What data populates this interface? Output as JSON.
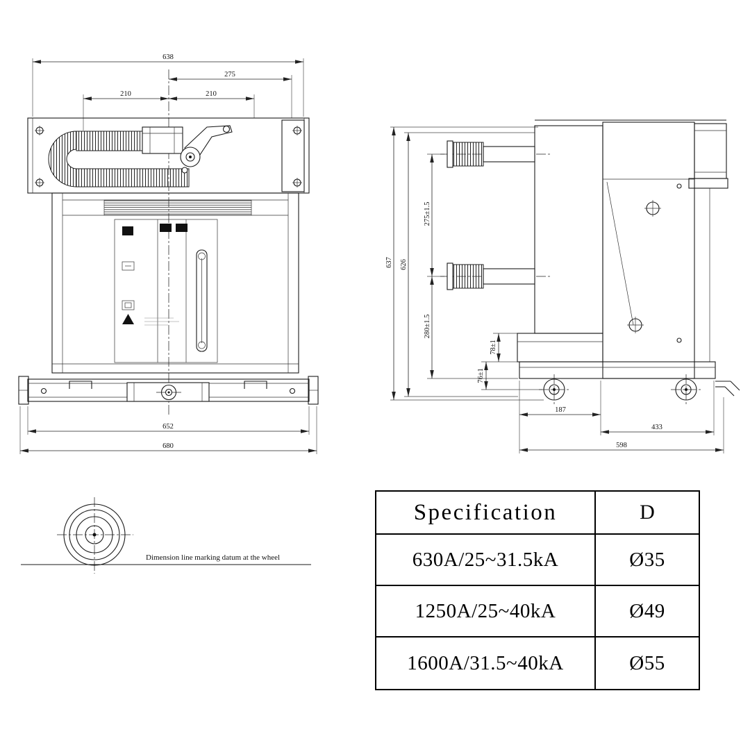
{
  "front_view": {
    "dim_638": "638",
    "dim_275": "275",
    "dim_210_left": "210",
    "dim_210_right": "210",
    "dim_652": "652",
    "dim_680": "680"
  },
  "side_view": {
    "dim_637": "637",
    "dim_626": "626",
    "dim_275_tol": "275±1.5",
    "dim_280_tol": "280±1.5",
    "dim_78_tol": "78±1",
    "dim_76_tol": "76±1",
    "dim_187": "187",
    "dim_433": "433",
    "dim_598": "598"
  },
  "wheel_detail": {
    "note": "Dimension line marking datum at the wheel"
  },
  "spec_table": {
    "col_spec": "Specification",
    "col_d": "D",
    "rows": [
      {
        "spec": "630A/25~31.5kA",
        "d": "Ø35"
      },
      {
        "spec": "1250A/25~40kA",
        "d": "Ø49"
      },
      {
        "spec": "1600A/31.5~40kA",
        "d": "Ø55"
      }
    ]
  }
}
